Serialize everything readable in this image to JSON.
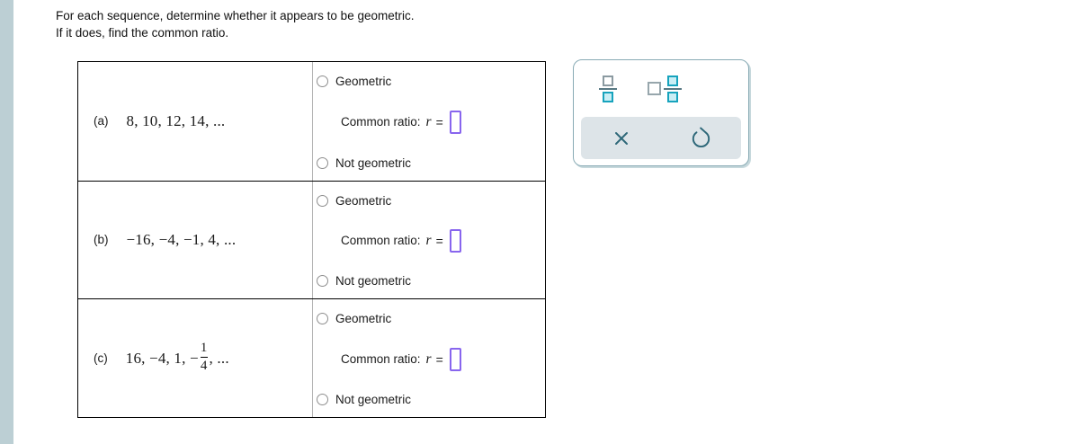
{
  "question": {
    "line1": "For each sequence, determine whether it appears to be geometric.",
    "line2": "If it does, find the common ratio."
  },
  "options_labels": {
    "geometric": "Geometric",
    "not_geometric": "Not geometric"
  },
  "ratio_line": {
    "label": "Common ratio:",
    "variable": "r",
    "equals": "=",
    "value": ""
  },
  "problems": [
    {
      "label": "(a)",
      "sequence": "8, 10, 12, 14, ...",
      "geometric": "Geometric",
      "not_geometric": "Not geometric",
      "ratio_label": "Common ratio:",
      "ratio_variable": "r",
      "equals": "=",
      "answer_value": ""
    },
    {
      "label": "(b)",
      "sequence": "−16, −4, −1, 4, ...",
      "geometric": "Geometric",
      "not_geometric": "Not geometric",
      "ratio_label": "Common ratio:",
      "ratio_variable": "r",
      "equals": "=",
      "answer_value": ""
    },
    {
      "label": "(c)",
      "sequence_before": "16, −4, 1, −",
      "fraction": {
        "numerator": "1",
        "denominator": "4"
      },
      "sequence_after": ", ...",
      "geometric": "Geometric",
      "not_geometric": "Not geometric",
      "ratio_label": "Common ratio:",
      "ratio_variable": "r",
      "equals": "=",
      "answer_value": ""
    }
  ],
  "toolbox": {
    "buttons": [
      {
        "name": "fraction-template-button",
        "icon": "fraction-template-icon"
      },
      {
        "name": "mixed-number-template-button",
        "icon": "mixed-number-template-icon"
      },
      {
        "name": "clear-button",
        "icon": "x-icon"
      },
      {
        "name": "undo-button",
        "icon": "undo-icon"
      }
    ]
  },
  "colors": {
    "left_bar": "#bccfd4",
    "answer_box_border": "#8865ee",
    "icon_teal": "#17a3bd",
    "icon_teal_fill": "#c9eef5",
    "icon_gray": "#8b9aa1",
    "dark_teal": "#2e6879",
    "toolbox_border": "#89abb5",
    "strip_bg": "#dde4e8",
    "table_border": "#000000",
    "column_divider": "#b3b3b3"
  }
}
